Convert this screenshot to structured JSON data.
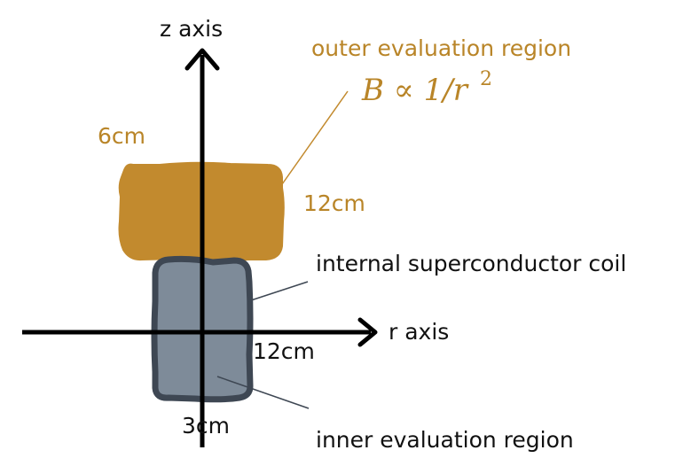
{
  "axes": {
    "z_label": "z axis",
    "r_label": "r axis"
  },
  "outer_region": {
    "title": "outer evaluation region",
    "formula_main": "B ∝ 1/r",
    "formula_exponent": "2",
    "width_label": "6cm",
    "height_label": "12cm",
    "color": "#c28a2e"
  },
  "coil": {
    "label": "internal superconductor coil",
    "color": "#7e8b99",
    "outline_color": "#3e4753"
  },
  "inner_region": {
    "label": "inner evaluation region",
    "height_label": "12cm",
    "width_label": "3cm"
  }
}
